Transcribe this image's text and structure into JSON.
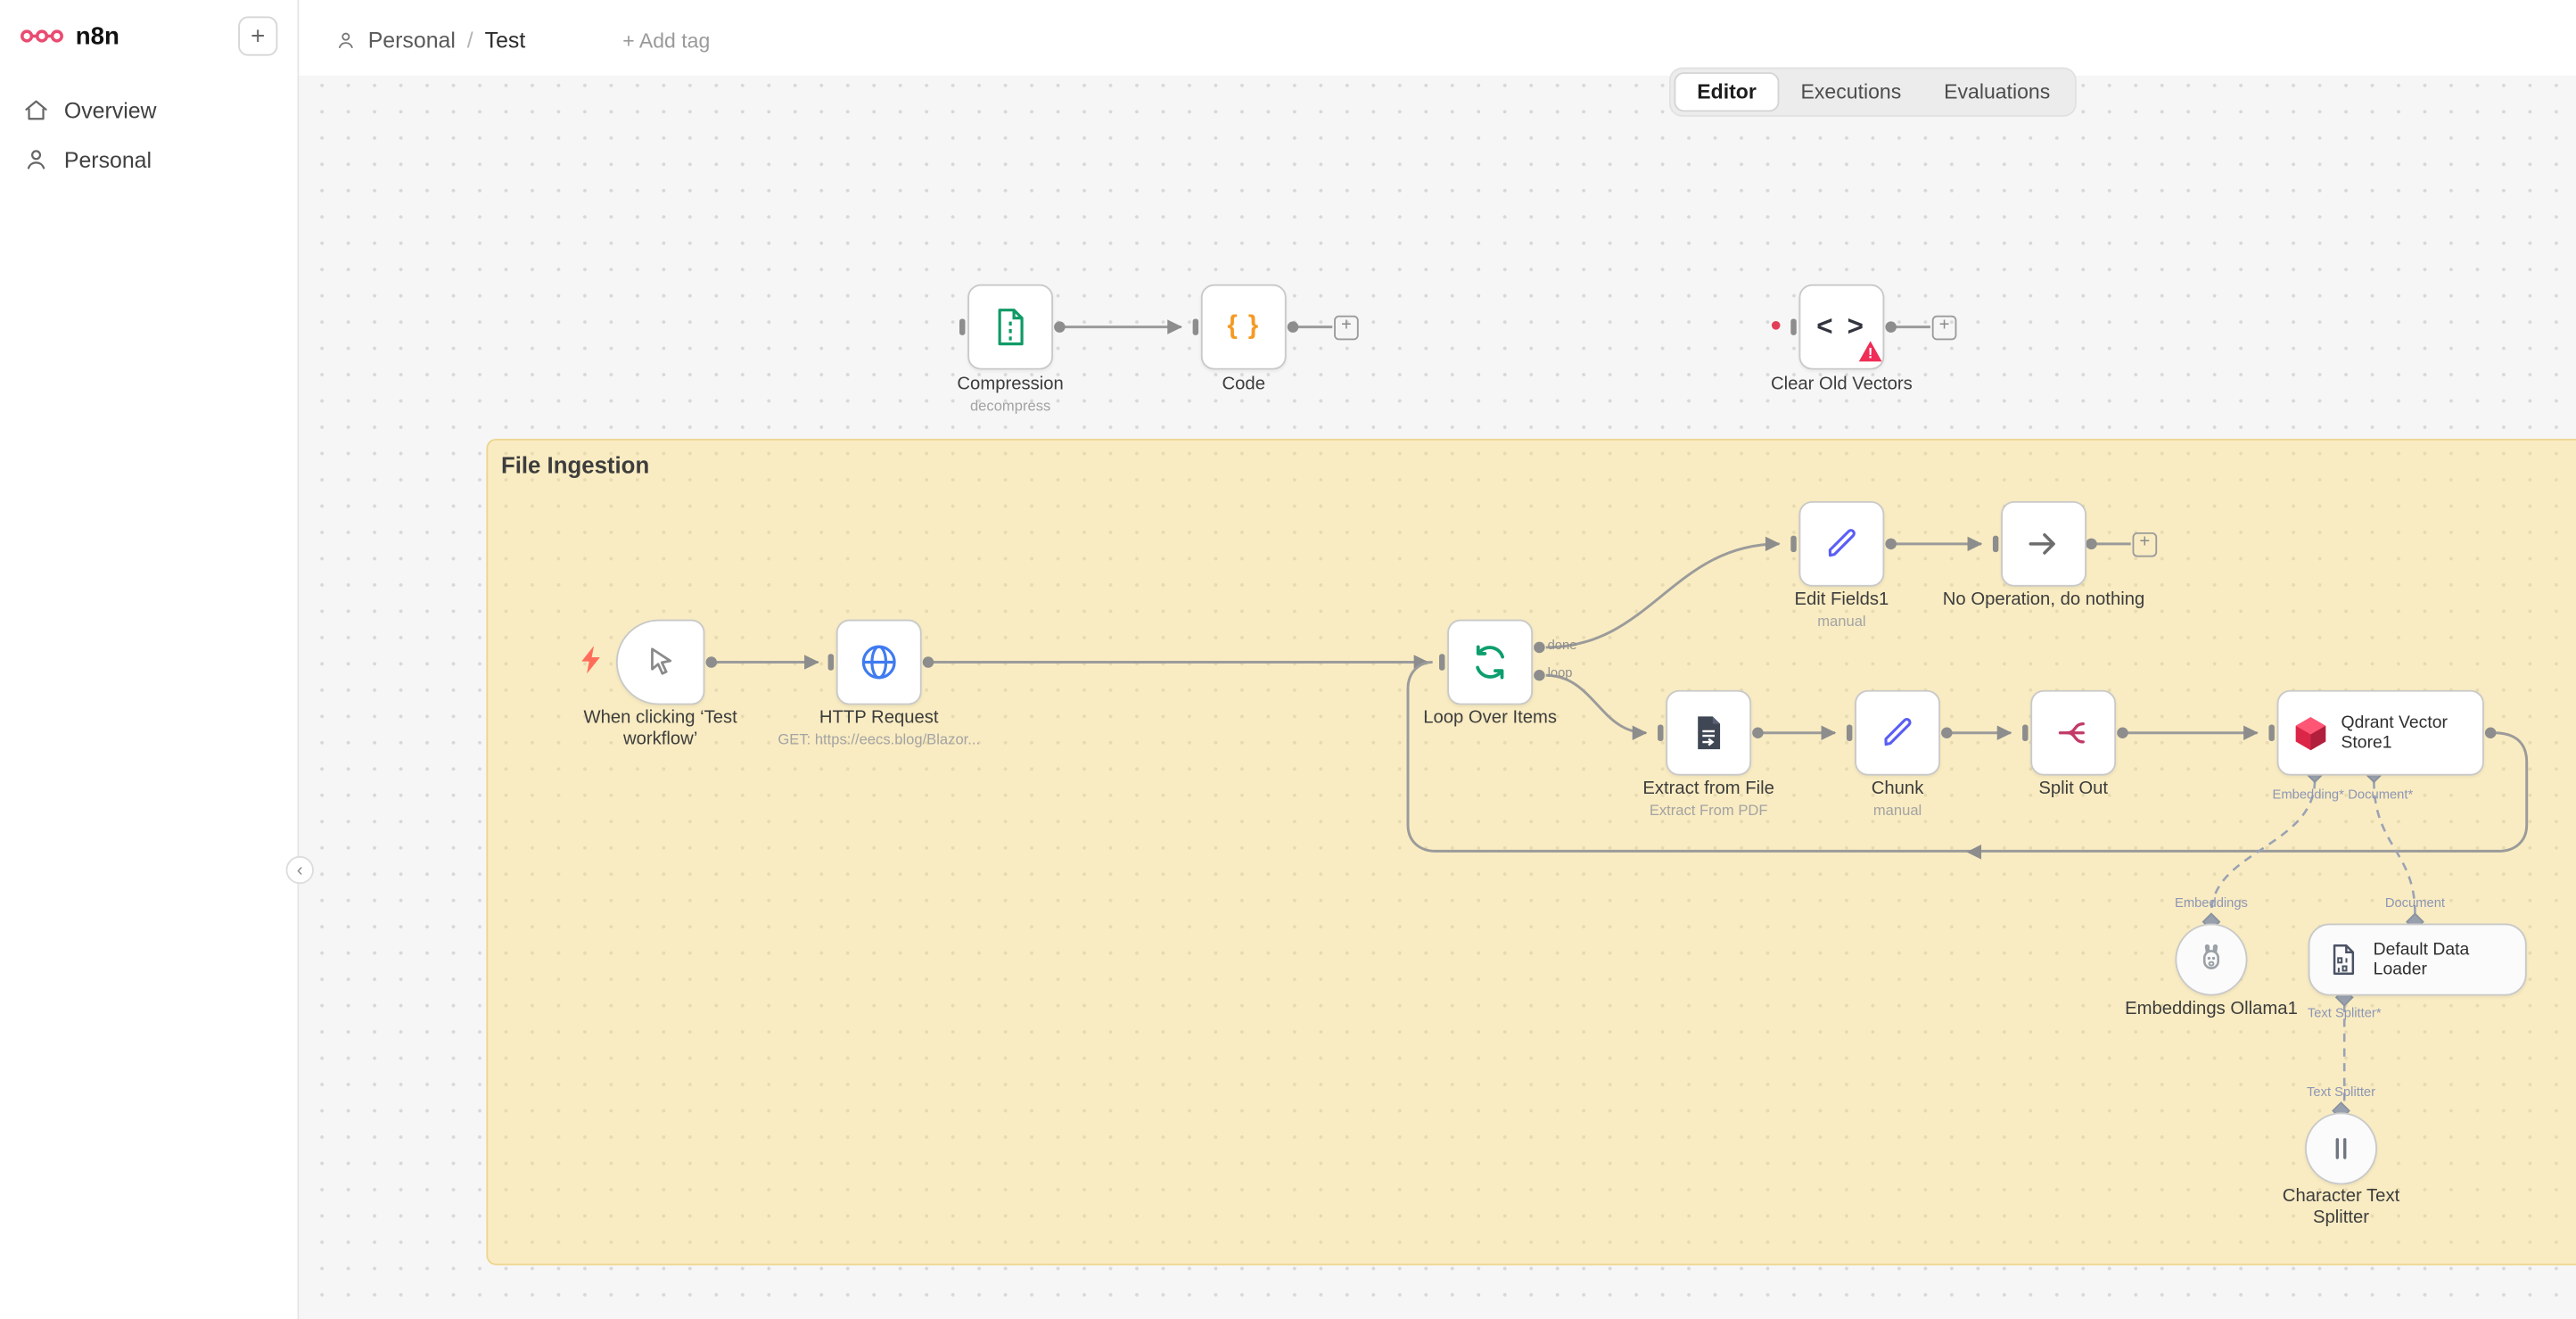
{
  "colors": {
    "brand": "#ea4b71",
    "sticky_bg": "#f9ecc2",
    "canvas_bg": "#f6f6f6",
    "wire": "#9b9b9b",
    "warning": "#ef2d56",
    "bolt": "#ff6d5a"
  },
  "sidebar": {
    "logo": "n8n",
    "add_button_glyph": "+",
    "collapse_glyph": "‹",
    "items": [
      {
        "label": "Overview"
      },
      {
        "label": "Personal"
      }
    ]
  },
  "header": {
    "project": "Personal",
    "separator": "/",
    "workflow": "Test",
    "add_tag_label": "+ Add tag"
  },
  "tabs": [
    {
      "label": "Editor",
      "active": true
    },
    {
      "label": "Executions",
      "active": false
    },
    {
      "label": "Evaluations",
      "active": false
    }
  ],
  "sticky": {
    "title": "File Ingestion"
  },
  "nodes": {
    "compression": {
      "label": "Compression",
      "subtitle": "decompress"
    },
    "code": {
      "label": "Code"
    },
    "clear_old_vectors": {
      "label": "Clear Old Vectors"
    },
    "manual_trigger": {
      "label_line1": "When clicking ‘Test",
      "label_line2": "workflow’"
    },
    "http_request": {
      "label": "HTTP Request",
      "subtitle": "GET: https://eecs.blog/Blazor..."
    },
    "loop_over_items": {
      "label": "Loop Over Items",
      "output_done": "done",
      "output_loop": "loop"
    },
    "edit_fields": {
      "label": "Edit Fields1",
      "subtitle": "manual"
    },
    "no_operation": {
      "label": "No Operation, do nothing"
    },
    "extract_from_file": {
      "label": "Extract from File",
      "subtitle": "Extract From PDF"
    },
    "chunk": {
      "label": "Chunk",
      "subtitle": "manual"
    },
    "split_out": {
      "label": "Split Out"
    },
    "qdrant": {
      "label_line1": "Qdrant Vector",
      "label_line2": "Store1",
      "port_embedding": "Embedding*",
      "port_document": "Document*"
    },
    "embeddings_ollama": {
      "label": "Embeddings Ollama1",
      "port_label": "Embeddings"
    },
    "default_data_loader": {
      "label": "Default Data Loader",
      "port_label": "Document",
      "bottom_port_label": "Text Splitter*"
    },
    "character_text_splitter": {
      "label_line1": "Character Text",
      "label_line2": "Splitter",
      "port_label": "Text Splitter"
    }
  },
  "icons": {
    "code_glyph": "{ }",
    "clear_glyph": "< >",
    "plus_glyph": "+",
    "warning_glyph": "!",
    "splitter_glyph": "| |"
  }
}
